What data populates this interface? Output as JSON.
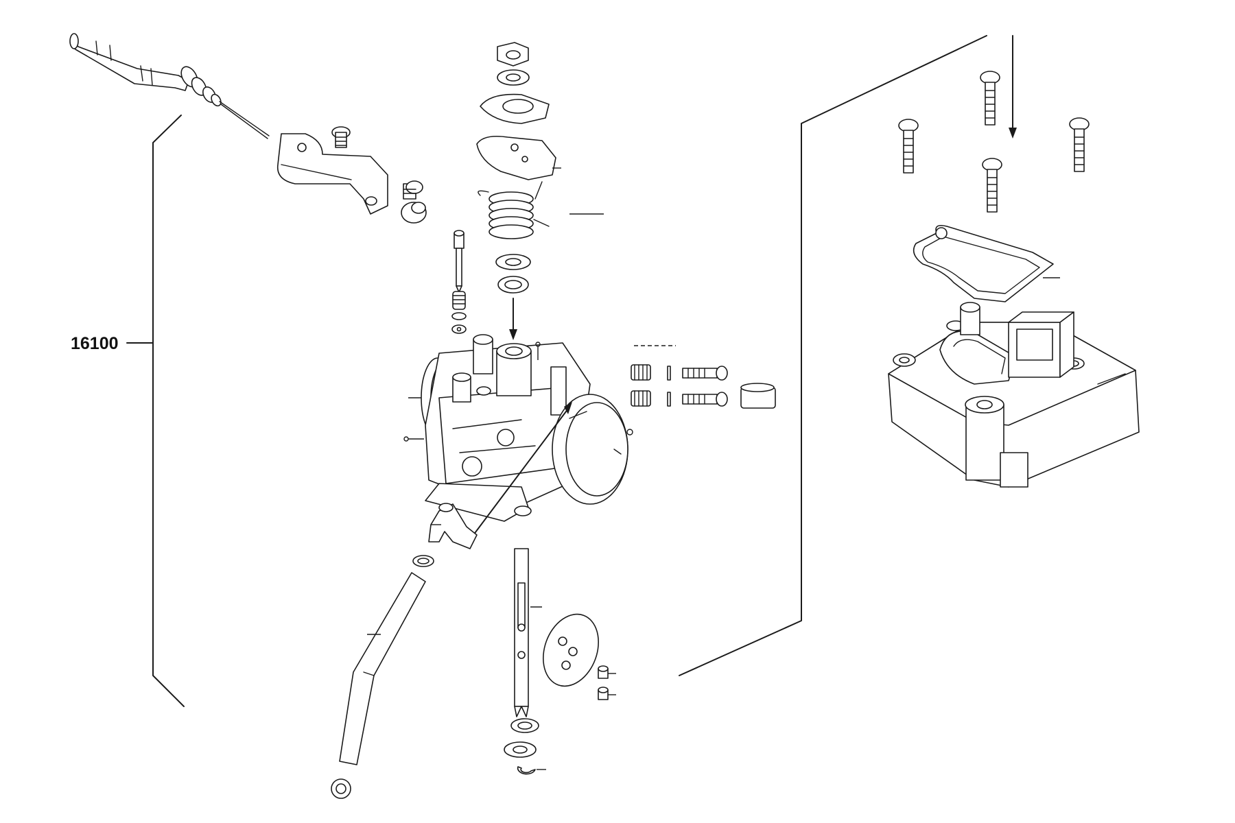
{
  "callouts": {
    "assembly_number": "16100"
  },
  "parts": {
    "throttle_cable": "throttle-cable",
    "cable_bracket": "cable-bracket",
    "throttle_body": "throttle-body",
    "return_spring": "return-spring",
    "throttle_shaft": "throttle-shaft",
    "sensor_cover": "throttle-position-sensor-housing"
  },
  "colors": {
    "line": "#1a1a1a",
    "background": "#ffffff"
  }
}
